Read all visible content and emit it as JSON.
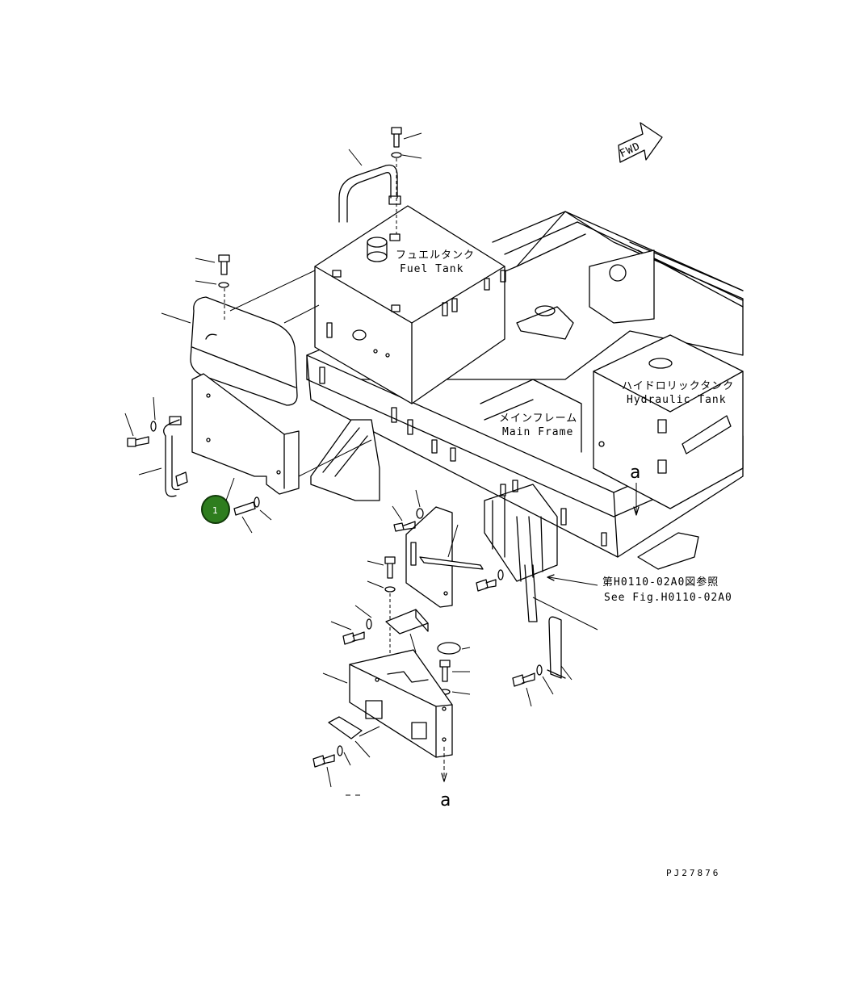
{
  "labels": {
    "fuel_tank_jp": "フュエルタンク",
    "fuel_tank_en": "Fuel Tank",
    "hydraulic_tank_jp": "ハイドロリックタンク",
    "hydraulic_tank_en": "Hydraulic Tank",
    "main_frame_jp": "メインフレーム",
    "main_frame_en": "Main Frame",
    "see_fig_jp": "第H0110-02A0図参照",
    "see_fig_en": "See Fig.H0110-02A0",
    "fwd": "FWD",
    "ref_a_top": "a",
    "ref_a_bottom": "a",
    "drawing_code": "PJ27876"
  },
  "callout": {
    "number": "1",
    "color": "#2e7d1e"
  }
}
